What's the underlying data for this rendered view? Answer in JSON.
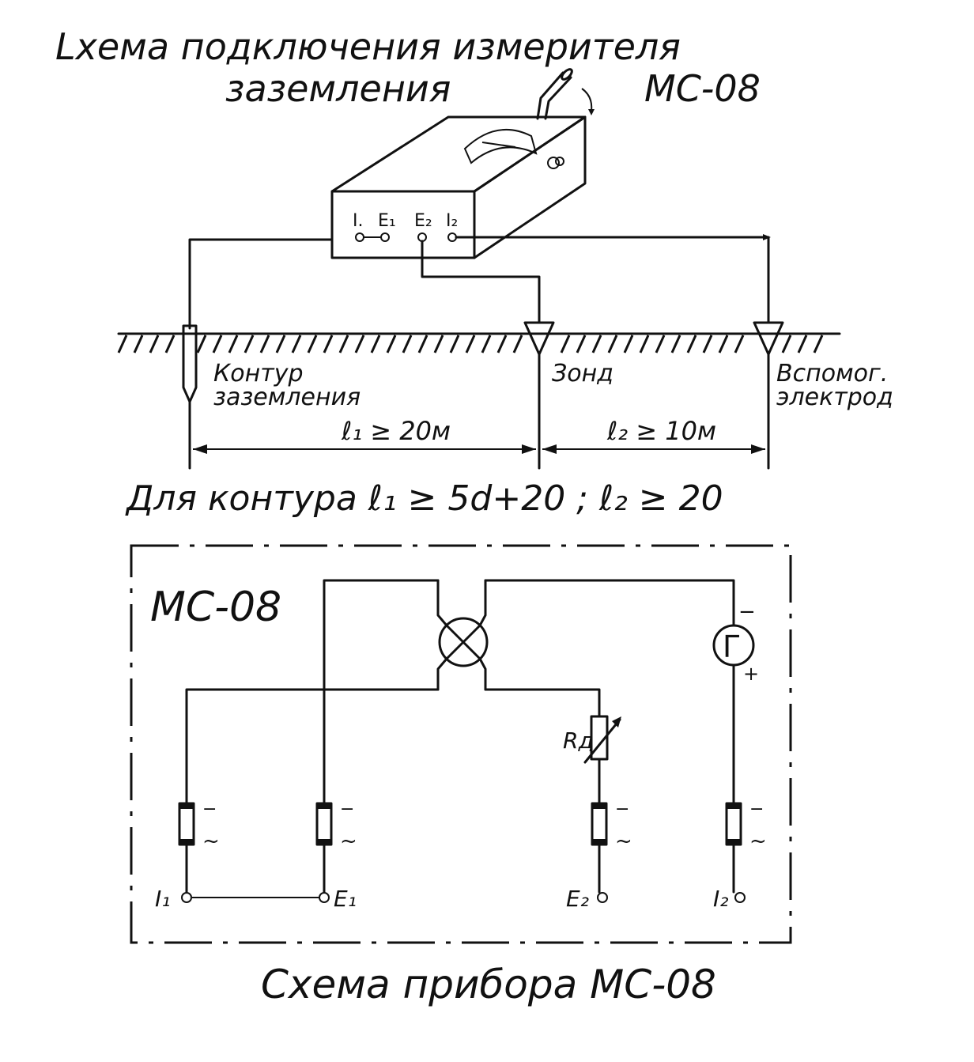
{
  "title_line1": "Lxема   подключения   измерителя",
  "title_line2": "заземления",
  "model_top": "МС-08",
  "terminals_top": [
    "I.",
    "E₁",
    "E₂",
    "I₂"
  ],
  "ground_labels": {
    "contour_1": "Контур",
    "contour_2": "заземления",
    "probe": "Зонд",
    "aux_1": "Вспомог.",
    "aux_2": "электрод"
  },
  "dimensions": {
    "l1": "ℓ₁ ≥ 20м",
    "l2": "ℓ₂ ≥ 10м"
  },
  "contour_formula": "Для   контура    ℓ₁ ≥ 5d+20 ;  ℓ₂ ≥ 20",
  "schematic": {
    "box_label": "МС-08",
    "galvanometer": "Г",
    "minus": "−",
    "plus": "+",
    "resistor_label": "Rд",
    "rectifier_marks": [
      "−",
      "~"
    ],
    "terminals": [
      "I₁",
      "E₁",
      "E₂",
      "I₂"
    ]
  },
  "caption": "Схема   прибора   МС-08"
}
